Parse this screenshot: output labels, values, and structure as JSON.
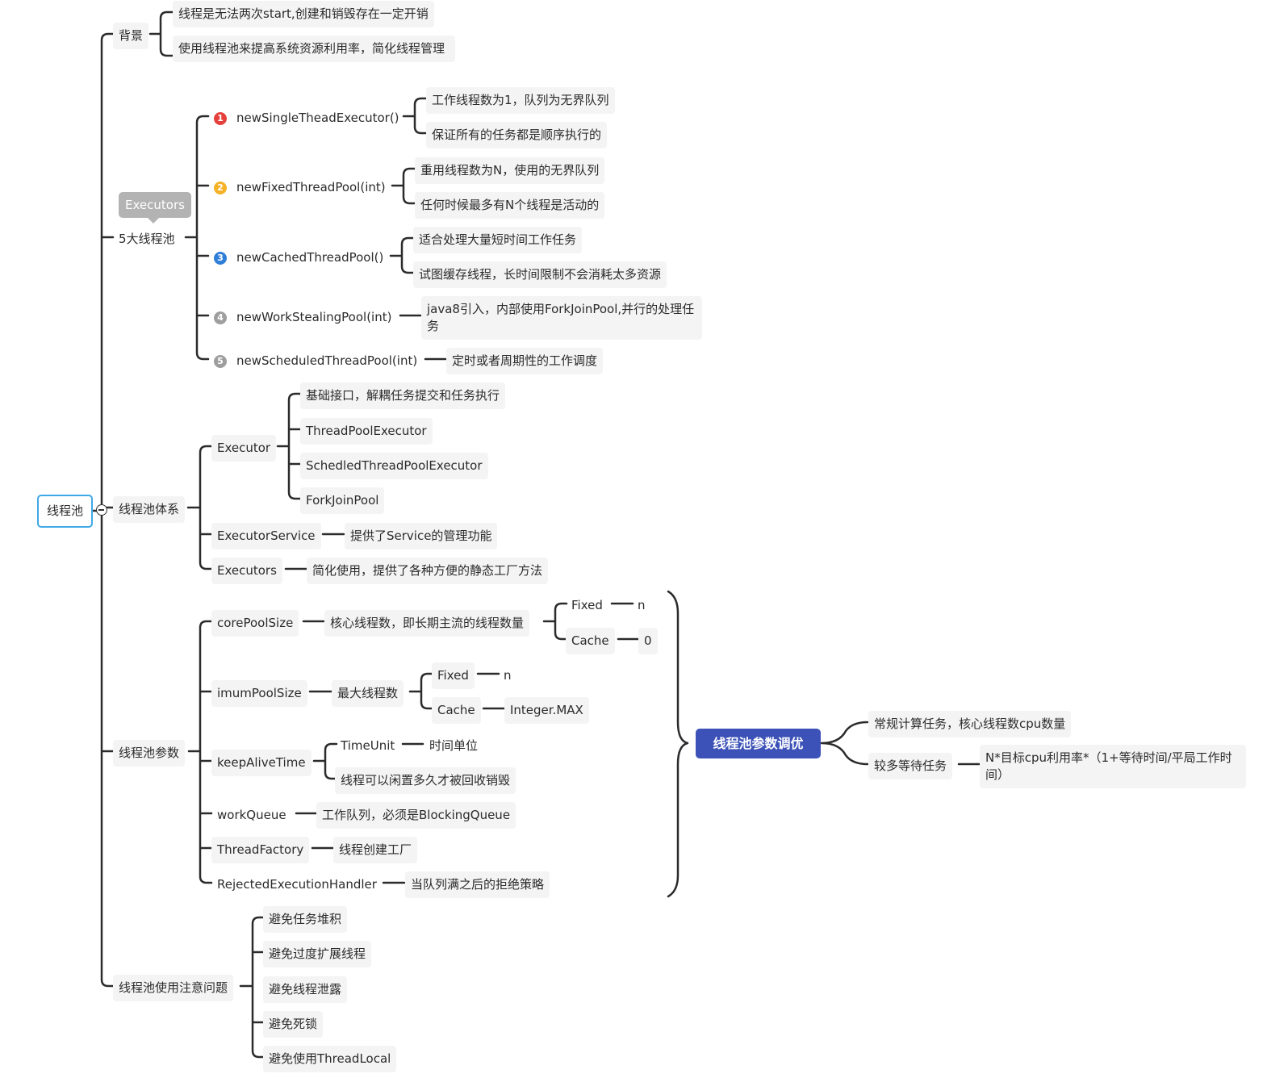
{
  "root": "线程池",
  "background": {
    "label": "背景",
    "items": [
      "线程是无法两次start,创建和销毁存在一定开销",
      "使用线程池来提高系统资源利用率，简化线程管理"
    ]
  },
  "pools": {
    "label": "5大线程池",
    "tag": "Executors",
    "items": [
      {
        "num": "1",
        "color": "#e5413c",
        "name": "newSingleTheadExecutor()",
        "details": [
          "工作线程数为1，队列为无界队列",
          "保证所有的任务都是顺序执行的"
        ]
      },
      {
        "num": "2",
        "color": "#f5b226",
        "name": "newFixedThreadPool(int)",
        "details": [
          "重用线程数为N，使用的无界队列",
          "任何时候最多有N个线程是活动的"
        ]
      },
      {
        "num": "3",
        "color": "#2f7fd8",
        "name": "newCachedThreadPool()",
        "details": [
          "适合处理大量短时间工作任务",
          "试图缓存线程，长时间限制不会消耗太多资源"
        ]
      },
      {
        "num": "4",
        "color": "#9e9e9e",
        "name": "newWorkStealingPool(int)",
        "details": [
          "java8引入，内部使用ForkJoinPool,并行的处理任务"
        ]
      },
      {
        "num": "5",
        "color": "#9e9e9e",
        "name": "newScheduledThreadPool(int)",
        "details": [
          "定时或者周期性的工作调度"
        ]
      }
    ]
  },
  "system": {
    "label": "线程池体系",
    "executor": "Executor",
    "executor_children": [
      "基础接口，解耦任务提交和任务执行",
      "ThreadPoolExecutor",
      "SchedledThreadPoolExecutor",
      "ForkJoinPool"
    ],
    "executor_service": "ExecutorService",
    "executor_service_desc": "提供了Service的管理功能",
    "executors": "Executors",
    "executors_desc": "简化使用，提供了各种方便的静态工厂方法"
  },
  "params": {
    "label": "线程池参数",
    "core": "corePoolSize",
    "core_desc": "核心线程数，即长期主流的线程数量",
    "core_fixed": "Fixed",
    "core_fixed_val": "n",
    "core_cache": "Cache",
    "core_cache_val": "0",
    "max": "imumPoolSize",
    "max_desc": "最大线程数",
    "max_fixed": "Fixed",
    "max_fixed_val": "n",
    "max_cache": "Cache",
    "max_cache_val": "Integer.MAX",
    "keep": "keepAliveTime",
    "keep_unit": "TimeUnit",
    "keep_unit_desc": "时间单位",
    "keep_desc": "线程可以闲置多久才被回收销毁",
    "queue": "workQueue",
    "queue_desc": "工作队列，必须是BlockingQueue",
    "factory": "ThreadFactory",
    "factory_desc": "线程创建工厂",
    "handler": "RejectedExecutionHandler",
    "handler_desc": "当队列满之后的拒绝策略"
  },
  "tuning": {
    "label": "线程池参数调优",
    "cpu": "常规计算任务，核心线程数cpu数量",
    "io": "较多等待任务",
    "io_formula": "N*目标cpu利用率*（1+等待时间/平局工作时间）"
  },
  "notes": {
    "label": "线程池使用注意问题",
    "items": [
      "避免任务堆积",
      "避免过度扩展线程",
      "避免线程泄露",
      "避免死锁",
      "避免使用ThreadLocal"
    ]
  }
}
